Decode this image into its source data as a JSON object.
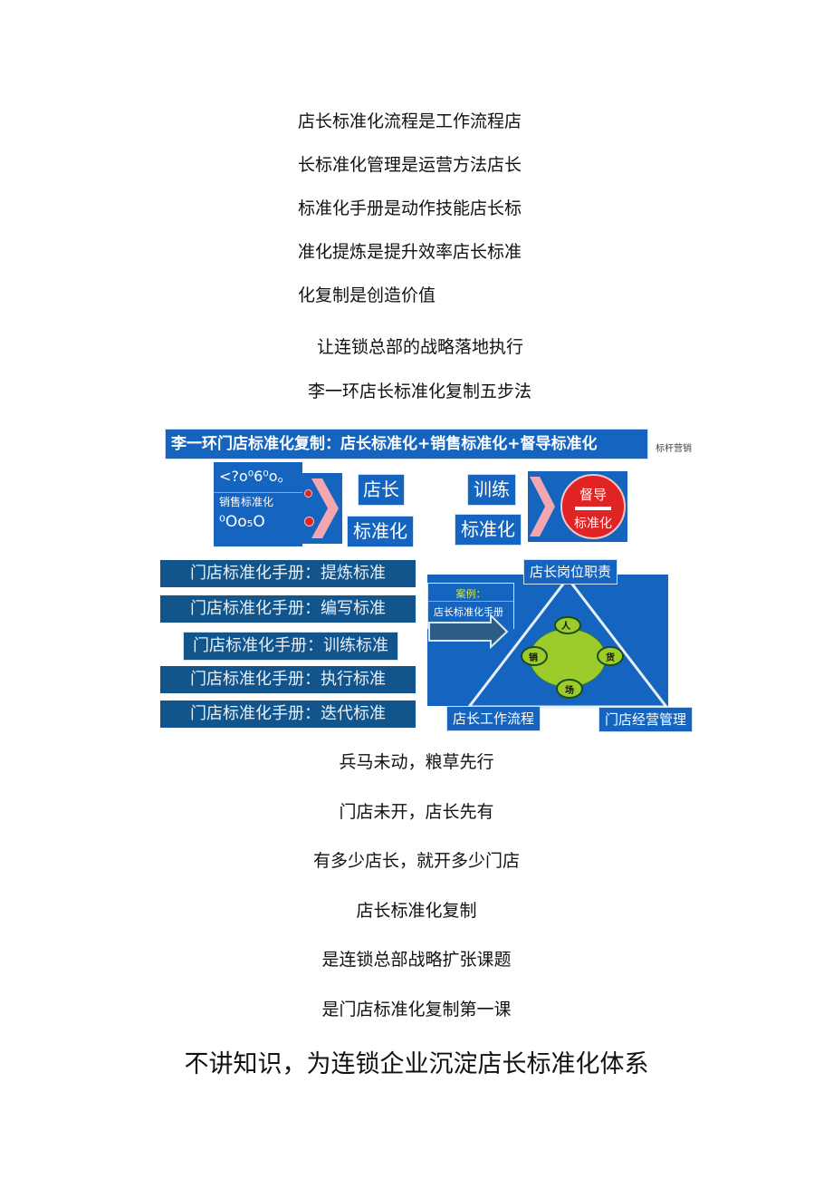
{
  "intro_lines": [
    "店长标准化流程是工作流程店",
    "长标准化管理是运营方法店长",
    "标准化手册是动作技能店长标",
    "准化提炼是提升效率店长标准",
    "化复制是创造价值"
  ],
  "subtitle_1": "让连锁总部的战略落地执行",
  "subtitle_2": "李一环店长标准化复制五步法",
  "diagram": {
    "banner": "李一环门店标准化复制：店长标准化+销售标准化+督导标准化",
    "watermark": "标杆营销",
    "left_box": {
      "top_text": "<?o⁰6⁰o。",
      "middle_text": "销售标准化",
      "bottom_text": "⁰Oo₅O"
    },
    "store_manager_label": "店长",
    "store_manager_std_label": "标准化",
    "training_label": "训练",
    "training_std_label": "标准化",
    "supervisor_circle": {
      "top": "督导",
      "bottom": "标准化"
    },
    "manual_steps": [
      "门店标准化手册：提炼标准",
      "门店标准化手册：编写标准",
      "门店标准化手册：训练标准",
      "门店标准化手册：执行标准",
      "门店标准化手册：迭代标准"
    ],
    "triangle": {
      "case_label": "案例：",
      "case_subject": "店长标准化手册",
      "top_corner": "店长岗位职责",
      "bottom_left_corner": "店长工作流程",
      "bottom_right_corner": "门店经营管理",
      "nodes": [
        "人",
        "货",
        "场",
        "销"
      ]
    },
    "colors": {
      "primary_blue": "#1565c0",
      "navy": "#12548c",
      "red": "#e02424",
      "pink_chevron": "#f4a6b0",
      "green": "#9ccc2c",
      "case_yellow": "#d6e84a"
    }
  },
  "closing_lines": [
    "兵马未动，粮草先行",
    "门店未开，店长先有",
    "有多少店长，就开多少门店",
    "店长标准化复制",
    "是连锁总部战略扩张课题",
    "是门店标准化复制第一课"
  ],
  "final_statement": "不讲知识，为连锁企业沉淀店长标准化体系"
}
